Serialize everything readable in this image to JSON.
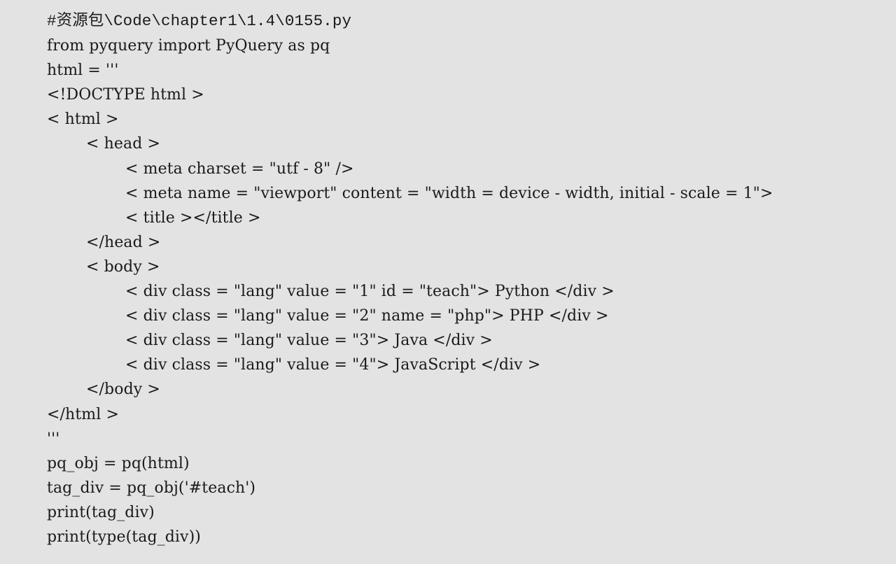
{
  "document": {
    "code_lines": [
      {
        "text": "#资源包\\Code\\chapter1\\1.4\\0155.py",
        "indent": 0,
        "mono": true
      },
      {
        "text": "from pyquery import PyQuery as pq",
        "indent": 0,
        "mono": false
      },
      {
        "text": "html = '''",
        "indent": 0,
        "mono": false
      },
      {
        "text": "<!DOCTYPE html >",
        "indent": 0,
        "mono": false
      },
      {
        "text": "< html >",
        "indent": 0,
        "mono": false
      },
      {
        "text": "< head >",
        "indent": 1,
        "mono": false
      },
      {
        "text": "< meta charset = \"utf - 8\" />",
        "indent": 2,
        "mono": false
      },
      {
        "text": "< meta name = \"viewport\" content = \"width = device - width, initial - scale = 1\">",
        "indent": 2,
        "mono": false
      },
      {
        "text": "< title ></title >",
        "indent": 2,
        "mono": false
      },
      {
        "text": "</head >",
        "indent": 1,
        "mono": false
      },
      {
        "text": "< body >",
        "indent": 1,
        "mono": false
      },
      {
        "text": "< div class = \"lang\" value = \"1\" id = \"teach\"> Python </div >",
        "indent": 2,
        "mono": false
      },
      {
        "text": "< div class = \"lang\" value = \"2\" name = \"php\"> PHP </div >",
        "indent": 2,
        "mono": false
      },
      {
        "text": "< div class = \"lang\" value = \"3\"> Java </div >",
        "indent": 2,
        "mono": false
      },
      {
        "text": "< div class = \"lang\" value = \"4\"> JavaScript </div >",
        "indent": 2,
        "mono": false
      },
      {
        "text": "</body >",
        "indent": 1,
        "mono": false
      },
      {
        "text": "</html >",
        "indent": 0,
        "mono": false
      },
      {
        "text": "'''",
        "indent": 0,
        "mono": false
      },
      {
        "text": "pq_obj = pq(html)",
        "indent": 0,
        "mono": false
      },
      {
        "text": "tag_div = pq_obj('#teach')",
        "indent": 0,
        "mono": false
      },
      {
        "text": "print(tag_div)",
        "indent": 0,
        "mono": false
      },
      {
        "text": "print(type(tag_div))",
        "indent": 0,
        "mono": false
      }
    ]
  },
  "colors": {
    "background": "#e3e3e3",
    "text": "#1a1a1a"
  }
}
